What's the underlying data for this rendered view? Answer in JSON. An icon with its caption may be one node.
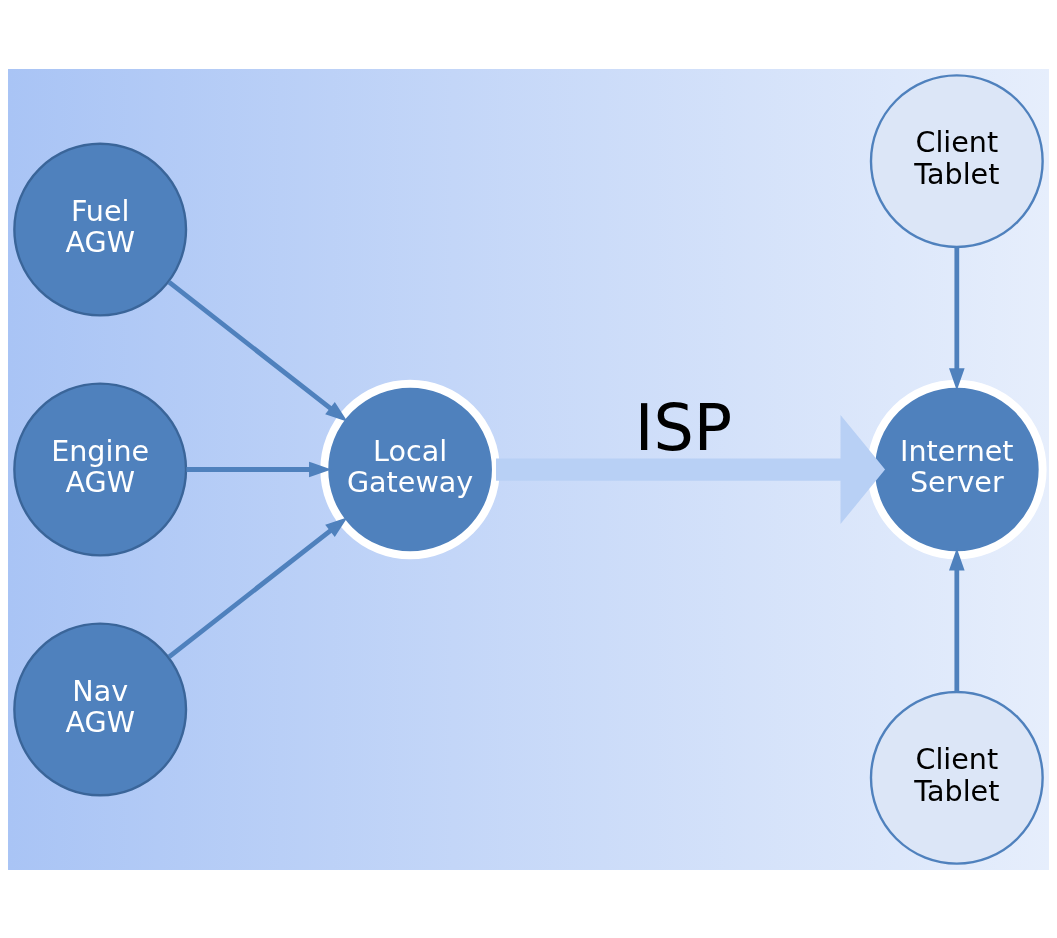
{
  "diagram": {
    "nodes": [
      {
        "text": [
          "Fuel AGW"
        ]
      },
      {
        "text": [
          "Engine AGW"
        ]
      },
      {
        "text": [
          "Nav AGW"
        ]
      },
      {
        "text": [
          "Local Gateway"
        ]
      },
      {
        "text": [
          "Client Tablet"
        ]
      },
      {
        "text": [
          "Internet Server"
        ]
      },
      {
        "text": [
          "Client Tablet"
        ]
      }
    ],
    "edges": [
      {
        "from": 0,
        "to": 3,
        "arrow": "to"
      },
      {
        "from": 1,
        "to": 3,
        "arrow": "to"
      },
      {
        "from": 2,
        "to": 3,
        "arrow": "to"
      },
      {
        "from": 3,
        "to": 5,
        "arrow": "to",
        "label": "ISP",
        "style": "thick",
        "color": "#b8d0f5"
      },
      {
        "from": 4,
        "to": 5,
        "arrow": "to"
      },
      {
        "from": 6,
        "to": 5,
        "arrow": "to"
      }
    ]
  }
}
